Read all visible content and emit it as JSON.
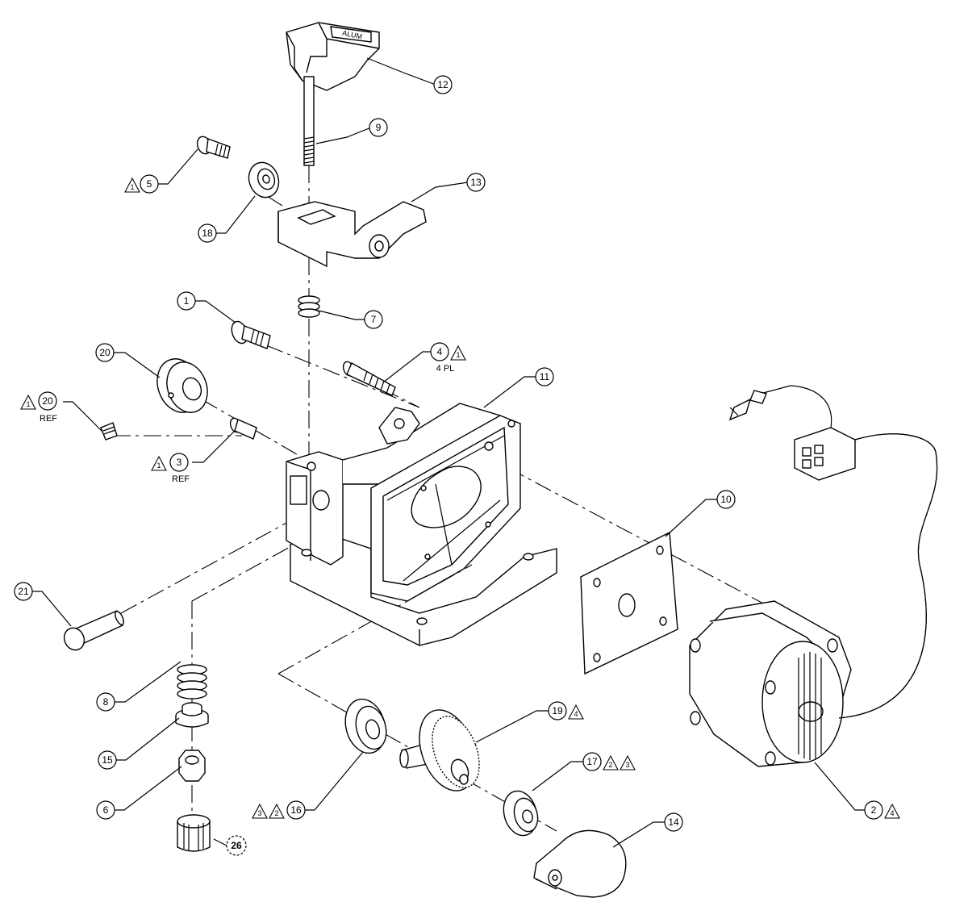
{
  "drawing": {
    "part_label_alum": "ALUM",
    "callouts": [
      {
        "id": "c12",
        "num": "12"
      },
      {
        "id": "c9",
        "num": "9"
      },
      {
        "id": "c13",
        "num": "13"
      },
      {
        "id": "c5",
        "num": "5",
        "revs": [
          "1"
        ]
      },
      {
        "id": "c18",
        "num": "18"
      },
      {
        "id": "c1",
        "num": "1"
      },
      {
        "id": "c7",
        "num": "7"
      },
      {
        "id": "c4",
        "num": "4",
        "revs": [
          "1"
        ],
        "note": "4  PL"
      },
      {
        "id": "c20a",
        "num": "20"
      },
      {
        "id": "c20b",
        "num": "20",
        "revs": [
          "1"
        ],
        "note": "REF"
      },
      {
        "id": "c11",
        "num": "11"
      },
      {
        "id": "c3",
        "num": "3",
        "revs": [
          "1"
        ],
        "note": "REF"
      },
      {
        "id": "c10",
        "num": "10"
      },
      {
        "id": "c21",
        "num": "21"
      },
      {
        "id": "c8",
        "num": "8"
      },
      {
        "id": "c19",
        "num": "19",
        "revs": [
          "4"
        ]
      },
      {
        "id": "c17",
        "num": "17",
        "revs": [
          "2",
          "3"
        ]
      },
      {
        "id": "c15",
        "num": "15"
      },
      {
        "id": "c16",
        "num": "16",
        "revs": [
          "3",
          "2"
        ]
      },
      {
        "id": "c6",
        "num": "6"
      },
      {
        "id": "c14",
        "num": "14"
      },
      {
        "id": "c2",
        "num": "2",
        "revs": [
          "4"
        ]
      },
      {
        "id": "c26",
        "num": "26"
      }
    ]
  }
}
